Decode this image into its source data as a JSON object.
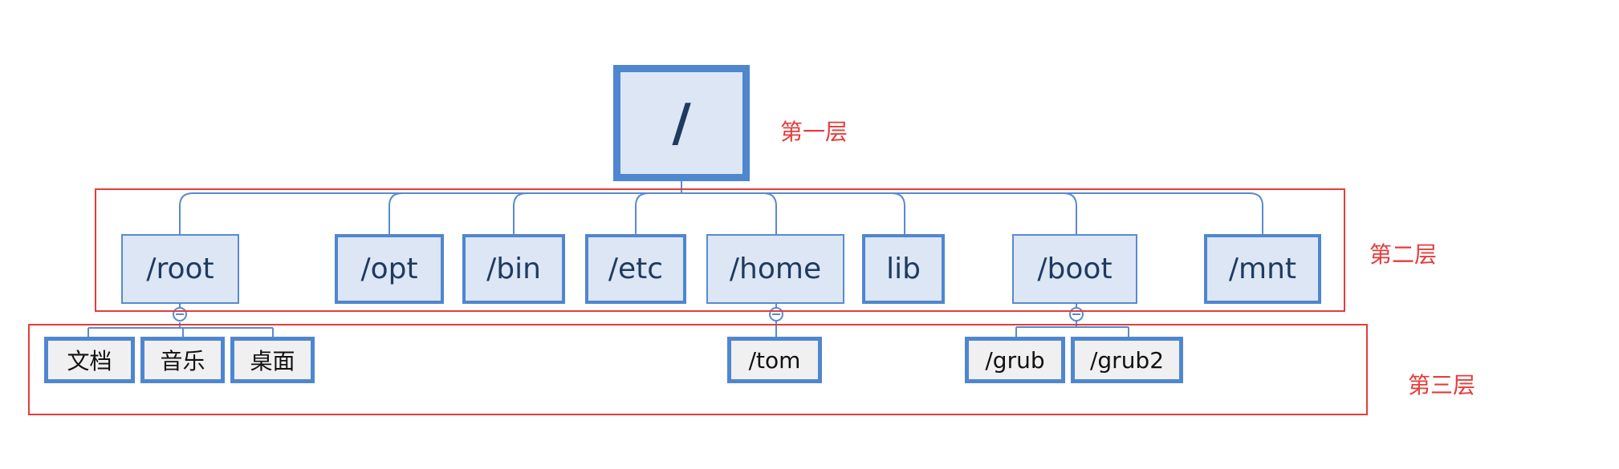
{
  "root": {
    "label": "/"
  },
  "layers": [
    "第一层",
    "第二层",
    "第三层"
  ],
  "level2": [
    "/root",
    "/opt",
    "/bin",
    "/etc",
    "/home",
    "lib",
    "/boot",
    "/mnt"
  ],
  "level3": {
    "root": [
      "文档",
      "音乐",
      "桌面"
    ],
    "home": [
      "/tom"
    ],
    "boot": [
      "/grub",
      "/grub2"
    ]
  },
  "colors": {
    "line": "#5a8ad0",
    "layer": "#e53c3c",
    "fill": "#dce6f4"
  }
}
